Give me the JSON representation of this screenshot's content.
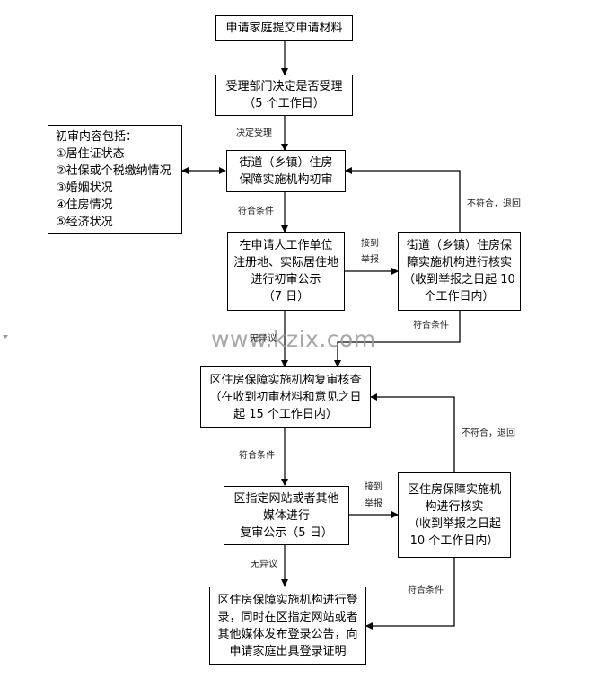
{
  "watermark": "www.kzix.com",
  "nodes": {
    "submit": [
      "申请家庭提交申请材料"
    ],
    "accept": [
      "受理部门决定是否受理",
      "（5 个工作日）"
    ],
    "street_review": [
      "街道（乡镇）住房",
      "保障实施机构初审"
    ],
    "review_content": [
      "初审内容包括：",
      "①居住证状态",
      "②社保或个税缴纳情况",
      "③婚姻状况",
      "④住房情况",
      "⑤经济状况"
    ],
    "street_publicity": [
      "在申请人工作单位",
      "注册地、实际居住地",
      "进行初审公示",
      "（7 日）"
    ],
    "street_verify": [
      "街道（乡镇）住房保",
      "障实施机构进行核实",
      "（收到举报之日起 10",
      "个工作日内）"
    ],
    "district_review": [
      "区住房保障实施机构复审核查",
      "（在收到初审材料和意见之日",
      "起 15 个工作日内）"
    ],
    "district_publicity": [
      "区指定网站或者其他",
      "媒体进行",
      "复审公示（5 日）"
    ],
    "district_verify": [
      "区住房保障实施机",
      "构进行核实",
      "（收到举报之日起",
      "10 个工作日内）"
    ],
    "register": [
      "区住房保障实施机构进行登",
      "录，同时在区指定网站或者",
      "其他媒体发布登录公告，向",
      "申请家庭出具登录证明"
    ]
  },
  "edge_labels": {
    "decide_accept": "决定受理",
    "qualified_1": "符合条件",
    "report_1a": "接到",
    "report_1b": "举报",
    "reject_1": "不符合，退回",
    "qualified_2": "符合条件",
    "no_objection_1": "无异议",
    "qualified_3": "符合条件",
    "report_2a": "接到",
    "report_2b": "举报",
    "reject_2": "不符合，退回",
    "no_objection_2": "无异议",
    "qualified_4": "符合条件"
  }
}
